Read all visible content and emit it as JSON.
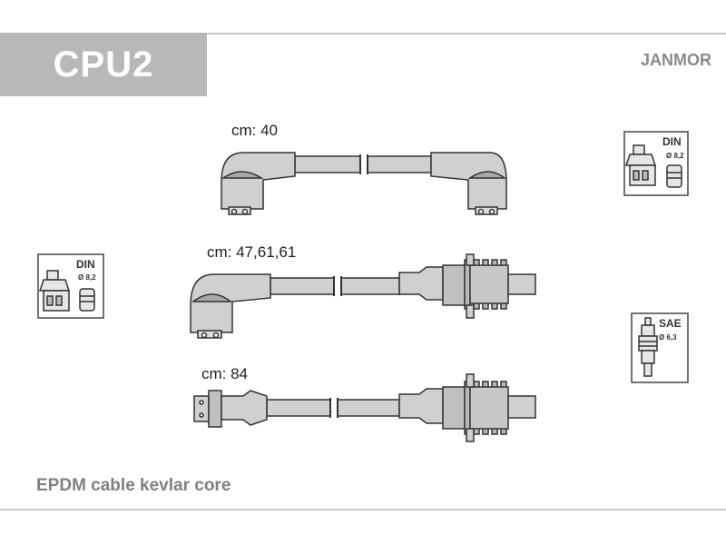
{
  "product_code": "CPU2",
  "brand": "JANMOR",
  "footer_text": "EPDM cable kevlar core",
  "cables": [
    {
      "label": "cm: 40"
    },
    {
      "label": "cm: 47,61,61"
    },
    {
      "label": "cm: 84"
    }
  ],
  "badges": {
    "din_right": {
      "type": "DIN",
      "size": "Ø 8,2"
    },
    "din_left": {
      "type": "DIN",
      "size": "Ø 8,2"
    },
    "sae_right": {
      "type": "SAE",
      "size": "Ø 6,3"
    }
  },
  "colors": {
    "header_box": "#b8b8b8",
    "cable_fill": "#d0d0d0",
    "boot_fill": "#a8a8a8",
    "line": "#333333"
  }
}
